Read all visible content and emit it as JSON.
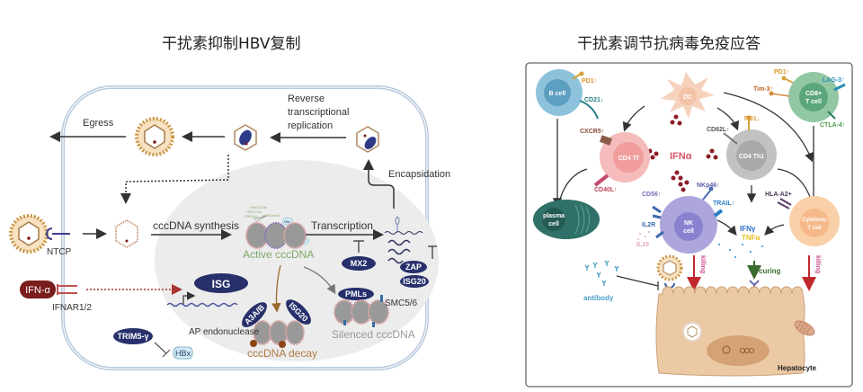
{
  "left_panel": {
    "title": "干扰素抑制HBV复制",
    "labels": {
      "egress": "Egress",
      "reverse_transcription": [
        "Reverse",
        "transcriptional",
        "replication"
      ],
      "encapsidation": "Encapsidation",
      "cccdna_synthesis": "cccDNA synthesis",
      "transcription": "Transcription",
      "active_cccdna": "Active cccDNA",
      "ntcp": "NTCP",
      "ifnar": "IFNAR1/2",
      "ap_endonuclease": "AP endonuclease",
      "cccdna_decay": "cccDNA decay",
      "silenced_cccdna": "Silenced cccDNA",
      "smc": "SMC5/6",
      "histone_marks": [
        "H3K122Ac",
        "H3K27Ac",
        "H3K9Ac",
        "H3K4me3"
      ],
      "hbx_small": "HBx"
    },
    "pills": {
      "ifn_alpha": "IFN-α",
      "isg": "ISG",
      "mx2": "MX2",
      "zap": "ZAP",
      "isg20_right": "ISG20",
      "a3ab": "A3A/B",
      "isg20_decay": "ISG20",
      "pmls": "PMLs",
      "trim5": "TRIM5-γ",
      "hbx": "HBx"
    }
  },
  "right_panel": {
    "title": "干扰素调节抗病毒免疫应答",
    "cells": {
      "b_cell": "B cell",
      "dc": "DC",
      "cd8": [
        "CD8+",
        "T cell"
      ],
      "cd4_tf": "CD4 Tf",
      "cd4_th1": "CD4 Th1",
      "plasma": [
        "plasma",
        "cell"
      ],
      "nk": [
        "NK",
        "cell"
      ],
      "cytotoxic": [
        "Cytotoxic",
        "T cell"
      ],
      "hepatocyte": "Hepatocyte"
    },
    "markers": {
      "pd1_b": "PD1↑",
      "cd21": "CD21↓",
      "pd1_cd8": "PD1↑",
      "lag3": "LAG-3↑",
      "tim3": "Tim-3↑",
      "ctla4": "CTLA-4↑",
      "cxcr5": "CXCR5↑",
      "cd40l": "CD40L↑",
      "pd1_th1": "PD1↓",
      "cd62l": "CD62L↑",
      "cd56": "CD56↑",
      "nkp46": "NKp46↑",
      "trail": "TRAIL↑",
      "il2r": "IL2R",
      "il15": "IL15",
      "hla": "HLA-A2+",
      "ifna": "IFNα",
      "ifng": "IFNγ",
      "tnfa": "TNFα",
      "killing1": "killing",
      "killing2": "killing",
      "curing": "curing",
      "antibody": "antibody"
    },
    "colors": {
      "b_cell": "#7fb8d4",
      "dc": "#f6d2bd",
      "cd8": "#8cc3a0",
      "cd4_tf": "#f3b3b3",
      "cd4_th1": "#b9b9b9",
      "plasma": "#2f7168",
      "nk": "#a9a3d9",
      "cytotoxic": "#f8c99a",
      "hepatocyte": "#ecc9a5",
      "pill": "#27306b",
      "red_arrow": "#c0282b"
    }
  }
}
